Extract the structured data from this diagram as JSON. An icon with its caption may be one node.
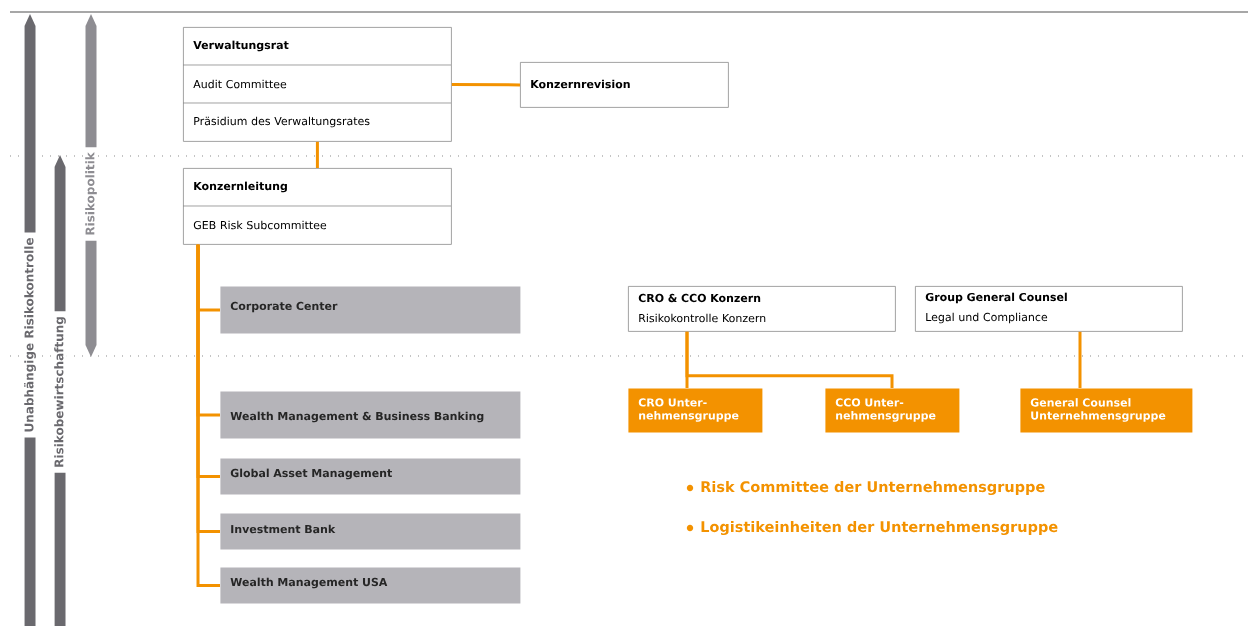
{
  "diagram": {
    "nodes": [
      {
        "text": [
          "Verwaltungsrat",
          "Audit Committee",
          "Präsidium des Verwaltungsrates"
        ]
      },
      {
        "text": [
          "Konzernrevision"
        ]
      },
      {
        "text": [
          "Konzernleitung",
          "GEB Risk Subcommittee"
        ]
      },
      {
        "text": [
          "Corporate Center"
        ]
      },
      {
        "text": [
          "Wealth Management & Business Banking"
        ]
      },
      {
        "text": [
          "Global Asset Management"
        ]
      },
      {
        "text": [
          "Investment Bank"
        ]
      },
      {
        "text": [
          "Wealth Management USA"
        ]
      },
      {
        "text": [
          "CRO & CCO Konzern",
          "Risikokontrolle Konzern"
        ]
      },
      {
        "text": [
          "Group General Counsel",
          "Legal und Compliance"
        ]
      },
      {
        "text": [
          "CRO Unter- nehmensgruppe"
        ]
      },
      {
        "text": [
          "CCO Unter- nehmensgruppe"
        ]
      },
      {
        "text": [
          "General Counsel Unternehmensgruppe"
        ]
      }
    ],
    "edges": [
      {
        "from": 0,
        "to": 1,
        "arrow": "none"
      },
      {
        "from": 0,
        "to": 2,
        "arrow": "none"
      },
      {
        "from": 2,
        "to": 3,
        "arrow": "none"
      },
      {
        "from": 2,
        "to": 4,
        "arrow": "none"
      },
      {
        "from": 2,
        "to": 5,
        "arrow": "none"
      },
      {
        "from": 2,
        "to": 6,
        "arrow": "none"
      },
      {
        "from": 2,
        "to": 7,
        "arrow": "none"
      },
      {
        "from": 8,
        "to": 10,
        "arrow": "none"
      },
      {
        "from": 8,
        "to": 11,
        "arrow": "none"
      },
      {
        "from": 9,
        "to": 12,
        "arrow": "none"
      }
    ],
    "labels": [
      "Unabhängige Risikokontrolle",
      "Risikobewirtschaftung",
      "Risikopolitik",
      "Risk Committee der Unternehmensgruppe",
      "Logistikeinheiten der Unternehmensgruppe"
    ]
  }
}
